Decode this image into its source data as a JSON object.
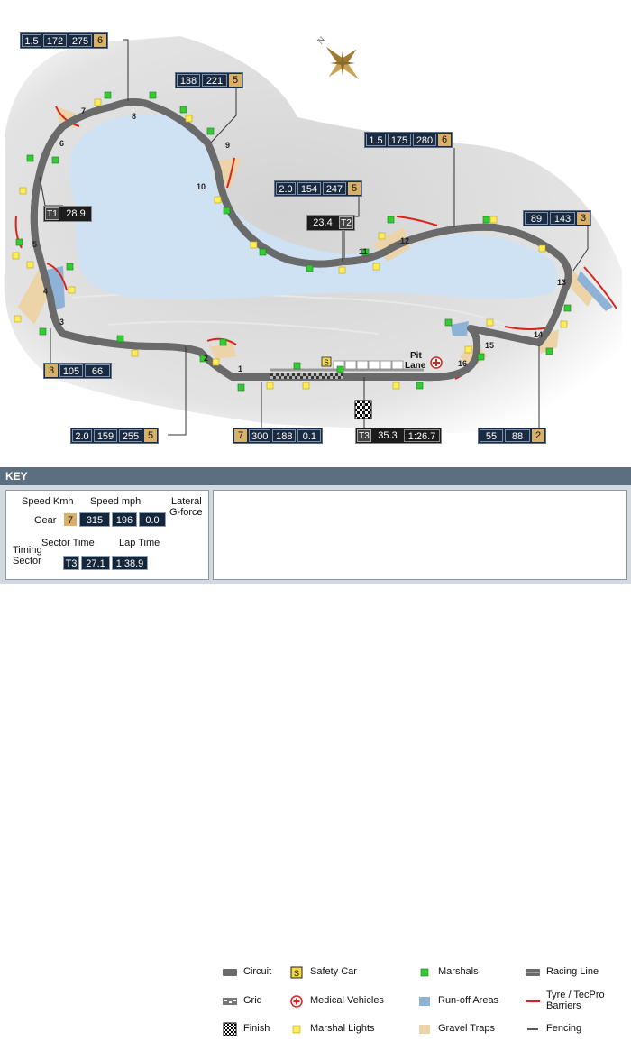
{
  "compass": {
    "label": "N"
  },
  "speed_boxes": [
    {
      "values": [
        "1.5",
        "172",
        "275"
      ],
      "gear": "6"
    },
    {
      "values": [
        "138",
        "221"
      ],
      "gear": "5"
    },
    {
      "values": [
        "1.5",
        "175",
        "280"
      ],
      "gear": "6"
    },
    {
      "values": [
        "2.0",
        "154",
        "247"
      ],
      "gear": "5"
    },
    {
      "values": [
        "89",
        "143"
      ],
      "gear": "3"
    },
    {
      "values": [
        "105",
        "66"
      ],
      "gear": "3"
    },
    {
      "values": [
        "2.0",
        "159",
        "255"
      ],
      "gear": "5"
    },
    {
      "values": [
        "300",
        "188",
        "0.1"
      ],
      "gear": "7"
    },
    {
      "values": [
        "55",
        "88"
      ],
      "gear": "2"
    }
  ],
  "timing_boxes": [
    {
      "sector": "T1",
      "value": "28.9"
    },
    {
      "sector": "T2",
      "value": "23.4"
    },
    {
      "sector": "T3",
      "value": "35.3",
      "lap": "1:26.7"
    }
  ],
  "turns": [
    "1",
    "2",
    "3",
    "4",
    "5",
    "6",
    "7",
    "8",
    "9",
    "10",
    "11",
    "12",
    "13",
    "14",
    "15",
    "16"
  ],
  "pit_lane": {
    "line1": "Pit",
    "line2": "Lane"
  },
  "safety_car_marker": "S",
  "key": {
    "title": "KEY",
    "speed_kmh": "Speed Kmh",
    "speed_mph": "Speed mph",
    "lateral": "Lateral",
    "gforce": "G-force",
    "gear": "Gear",
    "sample_gear": "7",
    "sample_kmh": "315",
    "sample_mph": "196",
    "sample_g": "0.0",
    "timing": "Timing",
    "sector": "Sector",
    "sector_time": "Sector Time",
    "lap_time": "Lap Time",
    "sample_sector": "T3",
    "sample_sector_time": "27.1",
    "sample_lap_time": "1:38.9",
    "items": [
      {
        "label": "Circuit",
        "icon": "circuit"
      },
      {
        "label": "Safety Car",
        "icon": "safety-car"
      },
      {
        "label": "Marshals",
        "icon": "marshals"
      },
      {
        "label": "Racing Line",
        "icon": "racing-line"
      },
      {
        "label": "Grid",
        "icon": "grid"
      },
      {
        "label": "Medical Vehicles",
        "icon": "medical"
      },
      {
        "label": "Run-off Areas",
        "icon": "runoff"
      },
      {
        "label": "Tyre / TecPro Barriers",
        "icon": "barrier"
      },
      {
        "label": "Finish",
        "icon": "finish"
      },
      {
        "label": "Marshal Lights",
        "icon": "marshal-lights"
      },
      {
        "label": "Gravel Traps",
        "icon": "gravel"
      },
      {
        "label": "Fencing",
        "icon": "fencing"
      }
    ]
  },
  "colors": {
    "lake": "#cfe2f3",
    "park": "#d6d6d6",
    "track": "#6a6a6a",
    "marshal": "#33cc33",
    "light": "#ffee55",
    "gravel": "#ecd3a8",
    "runoff": "#8fb3d6",
    "barrier": "#d9231c"
  }
}
